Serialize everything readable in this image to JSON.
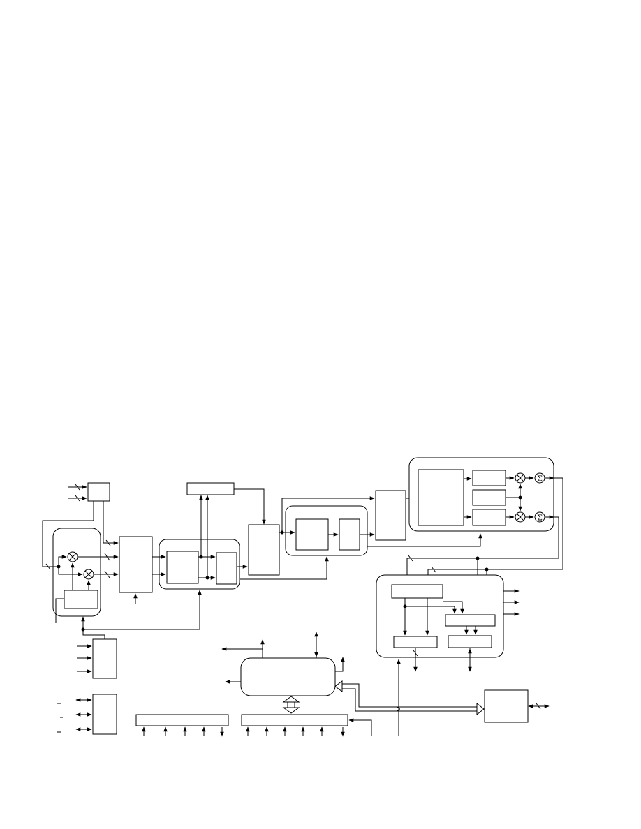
{
  "diagram": {
    "type": "block-diagram",
    "text_labels": [],
    "line_color": "#000000",
    "background": "#ffffff",
    "symbols": {
      "multiplier": "circle-cross",
      "summer": "circle-sigma",
      "summer_glyph": "Σ"
    }
  }
}
